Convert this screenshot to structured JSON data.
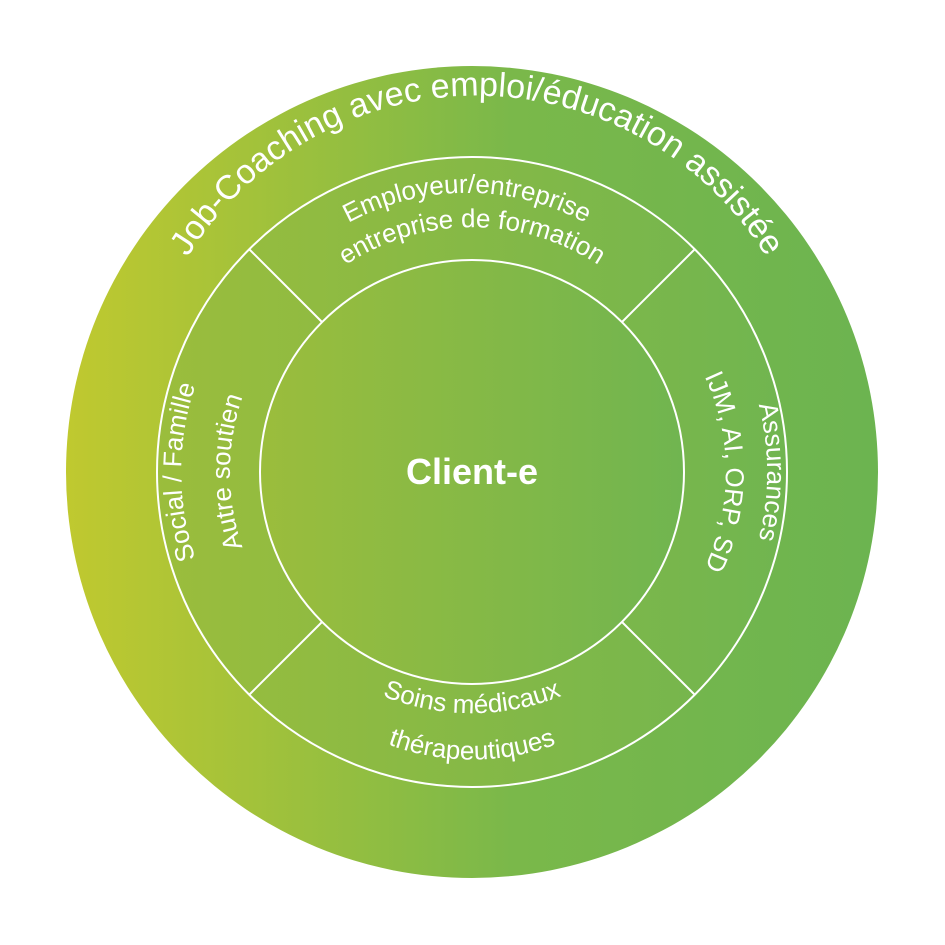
{
  "diagram": {
    "center_label": "Client-e",
    "outer_label": "Job-Coaching avec emploi/éducation assistée",
    "segments": {
      "top": {
        "line1": "Employeur/entreprise",
        "line2": "entreprise de formation"
      },
      "right": {
        "line1": "Assurances",
        "line2": "IJM, AI, ORP, SD"
      },
      "bottom": {
        "line1": "Soins médicaux",
        "line2": "thérapeutiques"
      },
      "left": {
        "line1": "Social / Famille",
        "line2": "Autre soutien"
      }
    },
    "colors": {
      "gradient_start": "#bfc930",
      "gradient_mid": "#76b74c",
      "gradient_end": "#6fb450",
      "line": "#ffffff",
      "text": "#ffffff"
    }
  }
}
